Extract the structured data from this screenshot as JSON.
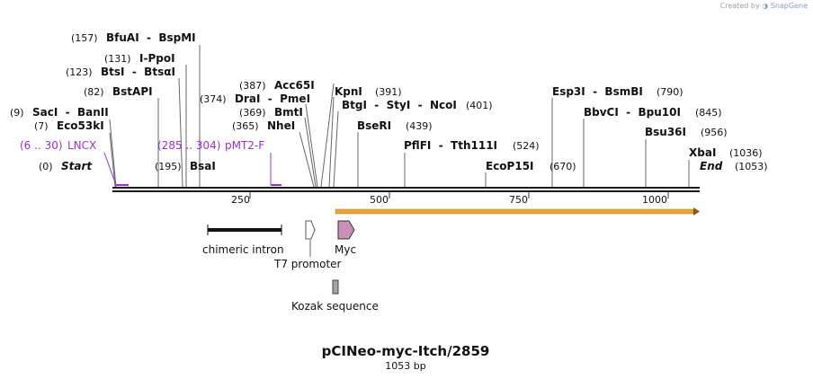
{
  "credit": {
    "prefix": "Created by",
    "brand": "SnapGene"
  },
  "title": "pCINeo-myc-Itch/2859",
  "subtitle": "1053 bp",
  "ends": {
    "start": {
      "pos": "(0)",
      "label": "Start"
    },
    "end": {
      "pos": "(1053)",
      "label": "End"
    }
  },
  "scale": [
    "250",
    "500",
    "750",
    "1000"
  ],
  "enzymes": [
    {
      "pos": "(157)",
      "name": "BfuAI  -  BspMI"
    },
    {
      "pos": "(131)",
      "name": "I-PpoI"
    },
    {
      "pos": "(123)",
      "name": "BtsI  -  BtsαI"
    },
    {
      "pos": "(82)",
      "name": "BstAPI"
    },
    {
      "pos": "(9)",
      "name": "SacI  -  BanII"
    },
    {
      "pos": "(7)",
      "name": "Eco53kI"
    },
    {
      "pos": "(195)",
      "name": "BsaI"
    },
    {
      "pos": "(387)",
      "name": "Acc65I"
    },
    {
      "pos": "(374)",
      "name": "DraI  -  PmeI"
    },
    {
      "pos": "(369)",
      "name": "BmtI"
    },
    {
      "pos": "(365)",
      "name": "NheI"
    },
    {
      "pos": "(391)",
      "name": "KpnI"
    },
    {
      "pos": "(401)",
      "name": "BtgI  -  StyI  -  NcoI"
    },
    {
      "pos": "(439)",
      "name": "BseRI"
    },
    {
      "pos": "(524)",
      "name": "PflFI  -  Tth111I"
    },
    {
      "pos": "(790)",
      "name": "Esp3I  -  BsmBI"
    },
    {
      "pos": "(845)",
      "name": "BbvCI  -  Bpu10I"
    },
    {
      "pos": "(956)",
      "name": "Bsu36I"
    },
    {
      "pos": "(1036)",
      "name": "XbaI"
    },
    {
      "pos": "(670)",
      "name": "EcoP15I"
    }
  ],
  "primers": [
    {
      "range": "(6 .. 30)",
      "name": "LNCX"
    },
    {
      "range": "(285 .. 304)",
      "name": "pMT2-F"
    }
  ],
  "features": [
    {
      "name": "chimeric intron"
    },
    {
      "name": "T7 promoter"
    },
    {
      "name": "Myc"
    },
    {
      "name": "Kozak sequence"
    }
  ],
  "colors": {
    "backbone": "#1a1a1a",
    "primer": "#9b30d0",
    "orf": "#e8a33c",
    "myc": "#c990b0",
    "kozak": "#a0a4ac"
  }
}
